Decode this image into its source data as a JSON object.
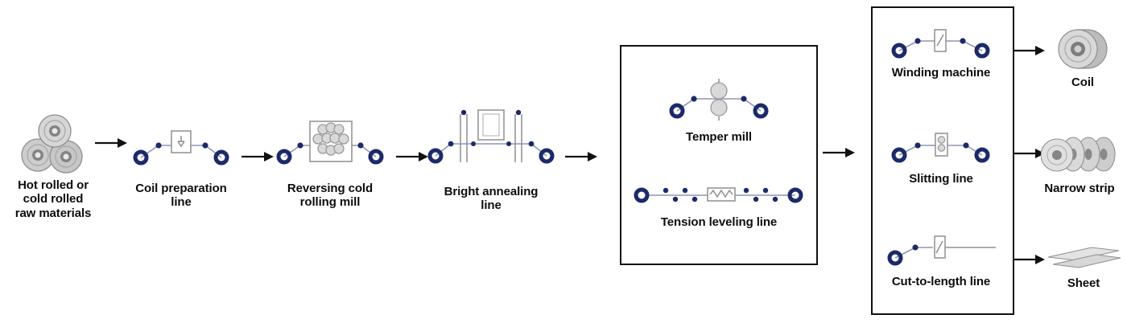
{
  "colors": {
    "roller_navy": "#1c2a6a",
    "equipment_gray": "#8f8f8f",
    "arrow_black": "#111111",
    "text": "#0d0d0d"
  },
  "stages": {
    "raw_materials": {
      "label": "Hot rolled or\ncold rolled\nraw materials"
    },
    "coil_preparation": {
      "label": "Coil preparation\nline"
    },
    "reversing_mill": {
      "label": "Reversing cold\nrolling mill"
    },
    "bright_annealing": {
      "label": "Bright annealing\nline"
    },
    "temper_mill": {
      "label": "Temper mill"
    },
    "tension_leveling": {
      "label": "Tension leveling line"
    },
    "winding_machine": {
      "label": "Winding machine"
    },
    "slitting_line": {
      "label": "Slitting line"
    },
    "cut_to_length": {
      "label": "Cut-to-length line"
    },
    "outputs": {
      "coil": {
        "label": "Coil"
      },
      "narrow_strip": {
        "label": "Narrow strip"
      },
      "sheet": {
        "label": "Sheet"
      }
    }
  }
}
